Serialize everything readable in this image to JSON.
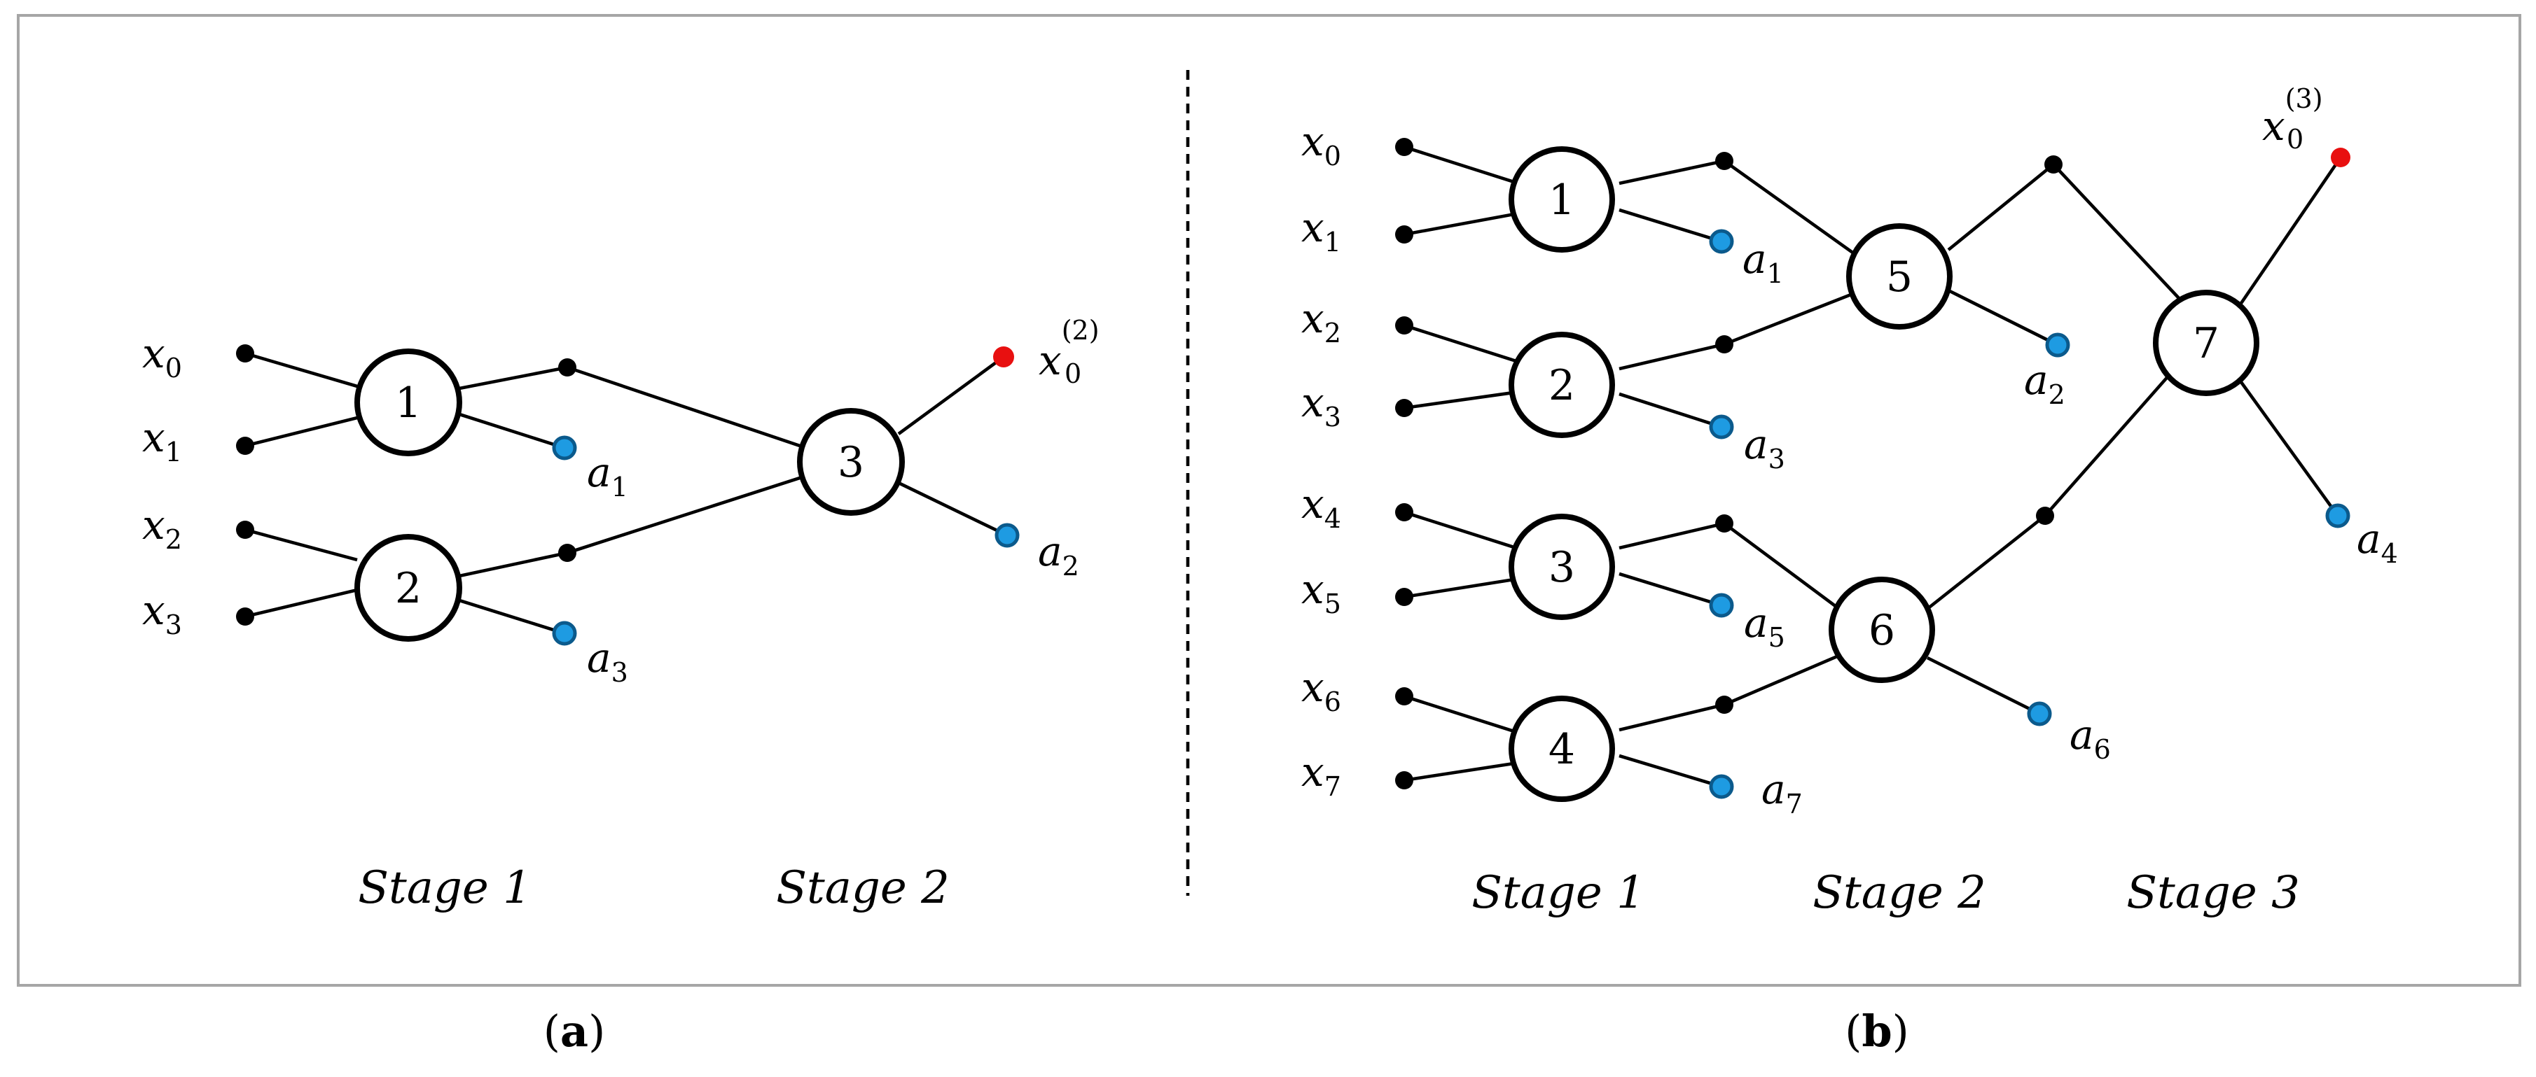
{
  "panel_a": {
    "inputs": [
      {
        "base": "x",
        "sub": "0"
      },
      {
        "base": "x",
        "sub": "1"
      },
      {
        "base": "x",
        "sub": "2"
      },
      {
        "base": "x",
        "sub": "3"
      }
    ],
    "nodes": [
      "1",
      "2",
      "3"
    ],
    "outputs": [
      {
        "base": "a",
        "sub": "1"
      },
      {
        "base": "a",
        "sub": "3"
      },
      {
        "base": "a",
        "sub": "2"
      }
    ],
    "final": {
      "base": "x",
      "sub": "0",
      "sup": "(2)"
    },
    "stages": [
      "Stage 1",
      "Stage 2"
    ],
    "caption": {
      "open": "(",
      "letter": "a",
      "close": ")"
    }
  },
  "panel_b": {
    "inputs": [
      {
        "base": "x",
        "sub": "0"
      },
      {
        "base": "x",
        "sub": "1"
      },
      {
        "base": "x",
        "sub": "2"
      },
      {
        "base": "x",
        "sub": "3"
      },
      {
        "base": "x",
        "sub": "4"
      },
      {
        "base": "x",
        "sub": "5"
      },
      {
        "base": "x",
        "sub": "6"
      },
      {
        "base": "x",
        "sub": "7"
      }
    ],
    "nodes": [
      "1",
      "2",
      "3",
      "4",
      "5",
      "6",
      "7"
    ],
    "outputs": [
      {
        "base": "a",
        "sub": "1"
      },
      {
        "base": "a",
        "sub": "3"
      },
      {
        "base": "a",
        "sub": "5"
      },
      {
        "base": "a",
        "sub": "7"
      },
      {
        "base": "a",
        "sub": "2"
      },
      {
        "base": "a",
        "sub": "6"
      },
      {
        "base": "a",
        "sub": "4"
      }
    ],
    "final": {
      "base": "x",
      "sub": "0",
      "sup": "(3)"
    },
    "stages": [
      "Stage 1",
      "Stage 2",
      "Stage 3"
    ],
    "caption": {
      "open": "(",
      "letter": "b",
      "close": ")"
    }
  },
  "colors": {
    "output_dot": "#1e9be2",
    "final_dot": "#e81010",
    "junction_dot": "#000000",
    "frame": "#a6a6a6"
  }
}
